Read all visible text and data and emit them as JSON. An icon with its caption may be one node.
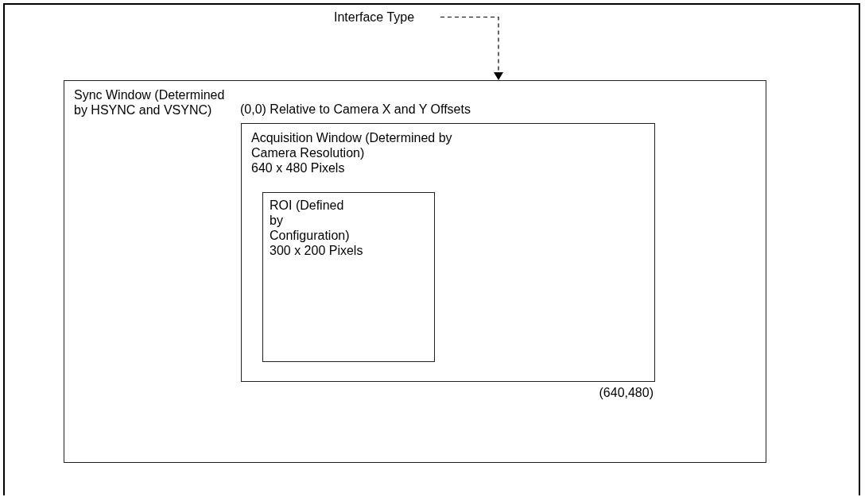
{
  "diagram": {
    "nodes": [
      {
        "text": [
          "Interface Type"
        ]
      },
      {
        "text": [
          "Sync Window (Determined by HSYNC and VSYNC)"
        ]
      },
      {
        "text": [
          "Acquisition Window (Determined by Camera Resolution)",
          "640 x 480 Pixels"
        ],
        "in": 1,
        "beside": [
          "(0,0) Relative to Camera X and Y Offsets",
          "(640,480)"
        ]
      },
      {
        "text": [
          "ROI (Defined by Configuration)",
          "300 x 200 Pixels"
        ],
        "in": 2
      }
    ],
    "edges": [
      {
        "from": 0,
        "to": 1,
        "arrow": "to",
        "style": "dashed"
      }
    ]
  }
}
